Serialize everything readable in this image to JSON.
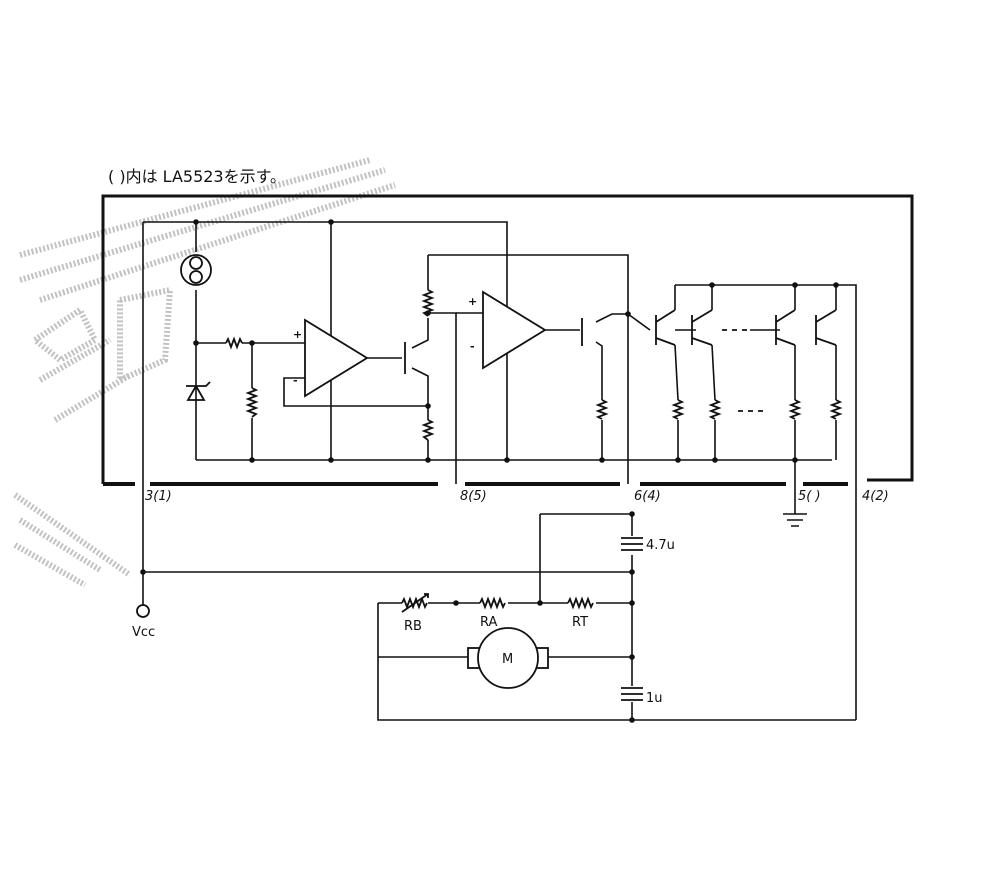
{
  "note": "( )内は LA5523を示す。",
  "pins": {
    "p3": "3(1)",
    "p8": "8(5)",
    "p6": "6(4)",
    "p5": "5(  )",
    "p4": "4(2)"
  },
  "components": {
    "cap_top": "4.7u",
    "cap_bottom": "1u",
    "resistor_b": "RB",
    "resistor_a": "RA",
    "resistor_t": "RT",
    "motor": "M",
    "supply": "Vcc"
  },
  "opamp_signs": {
    "plus": "+",
    "minus": "-"
  }
}
